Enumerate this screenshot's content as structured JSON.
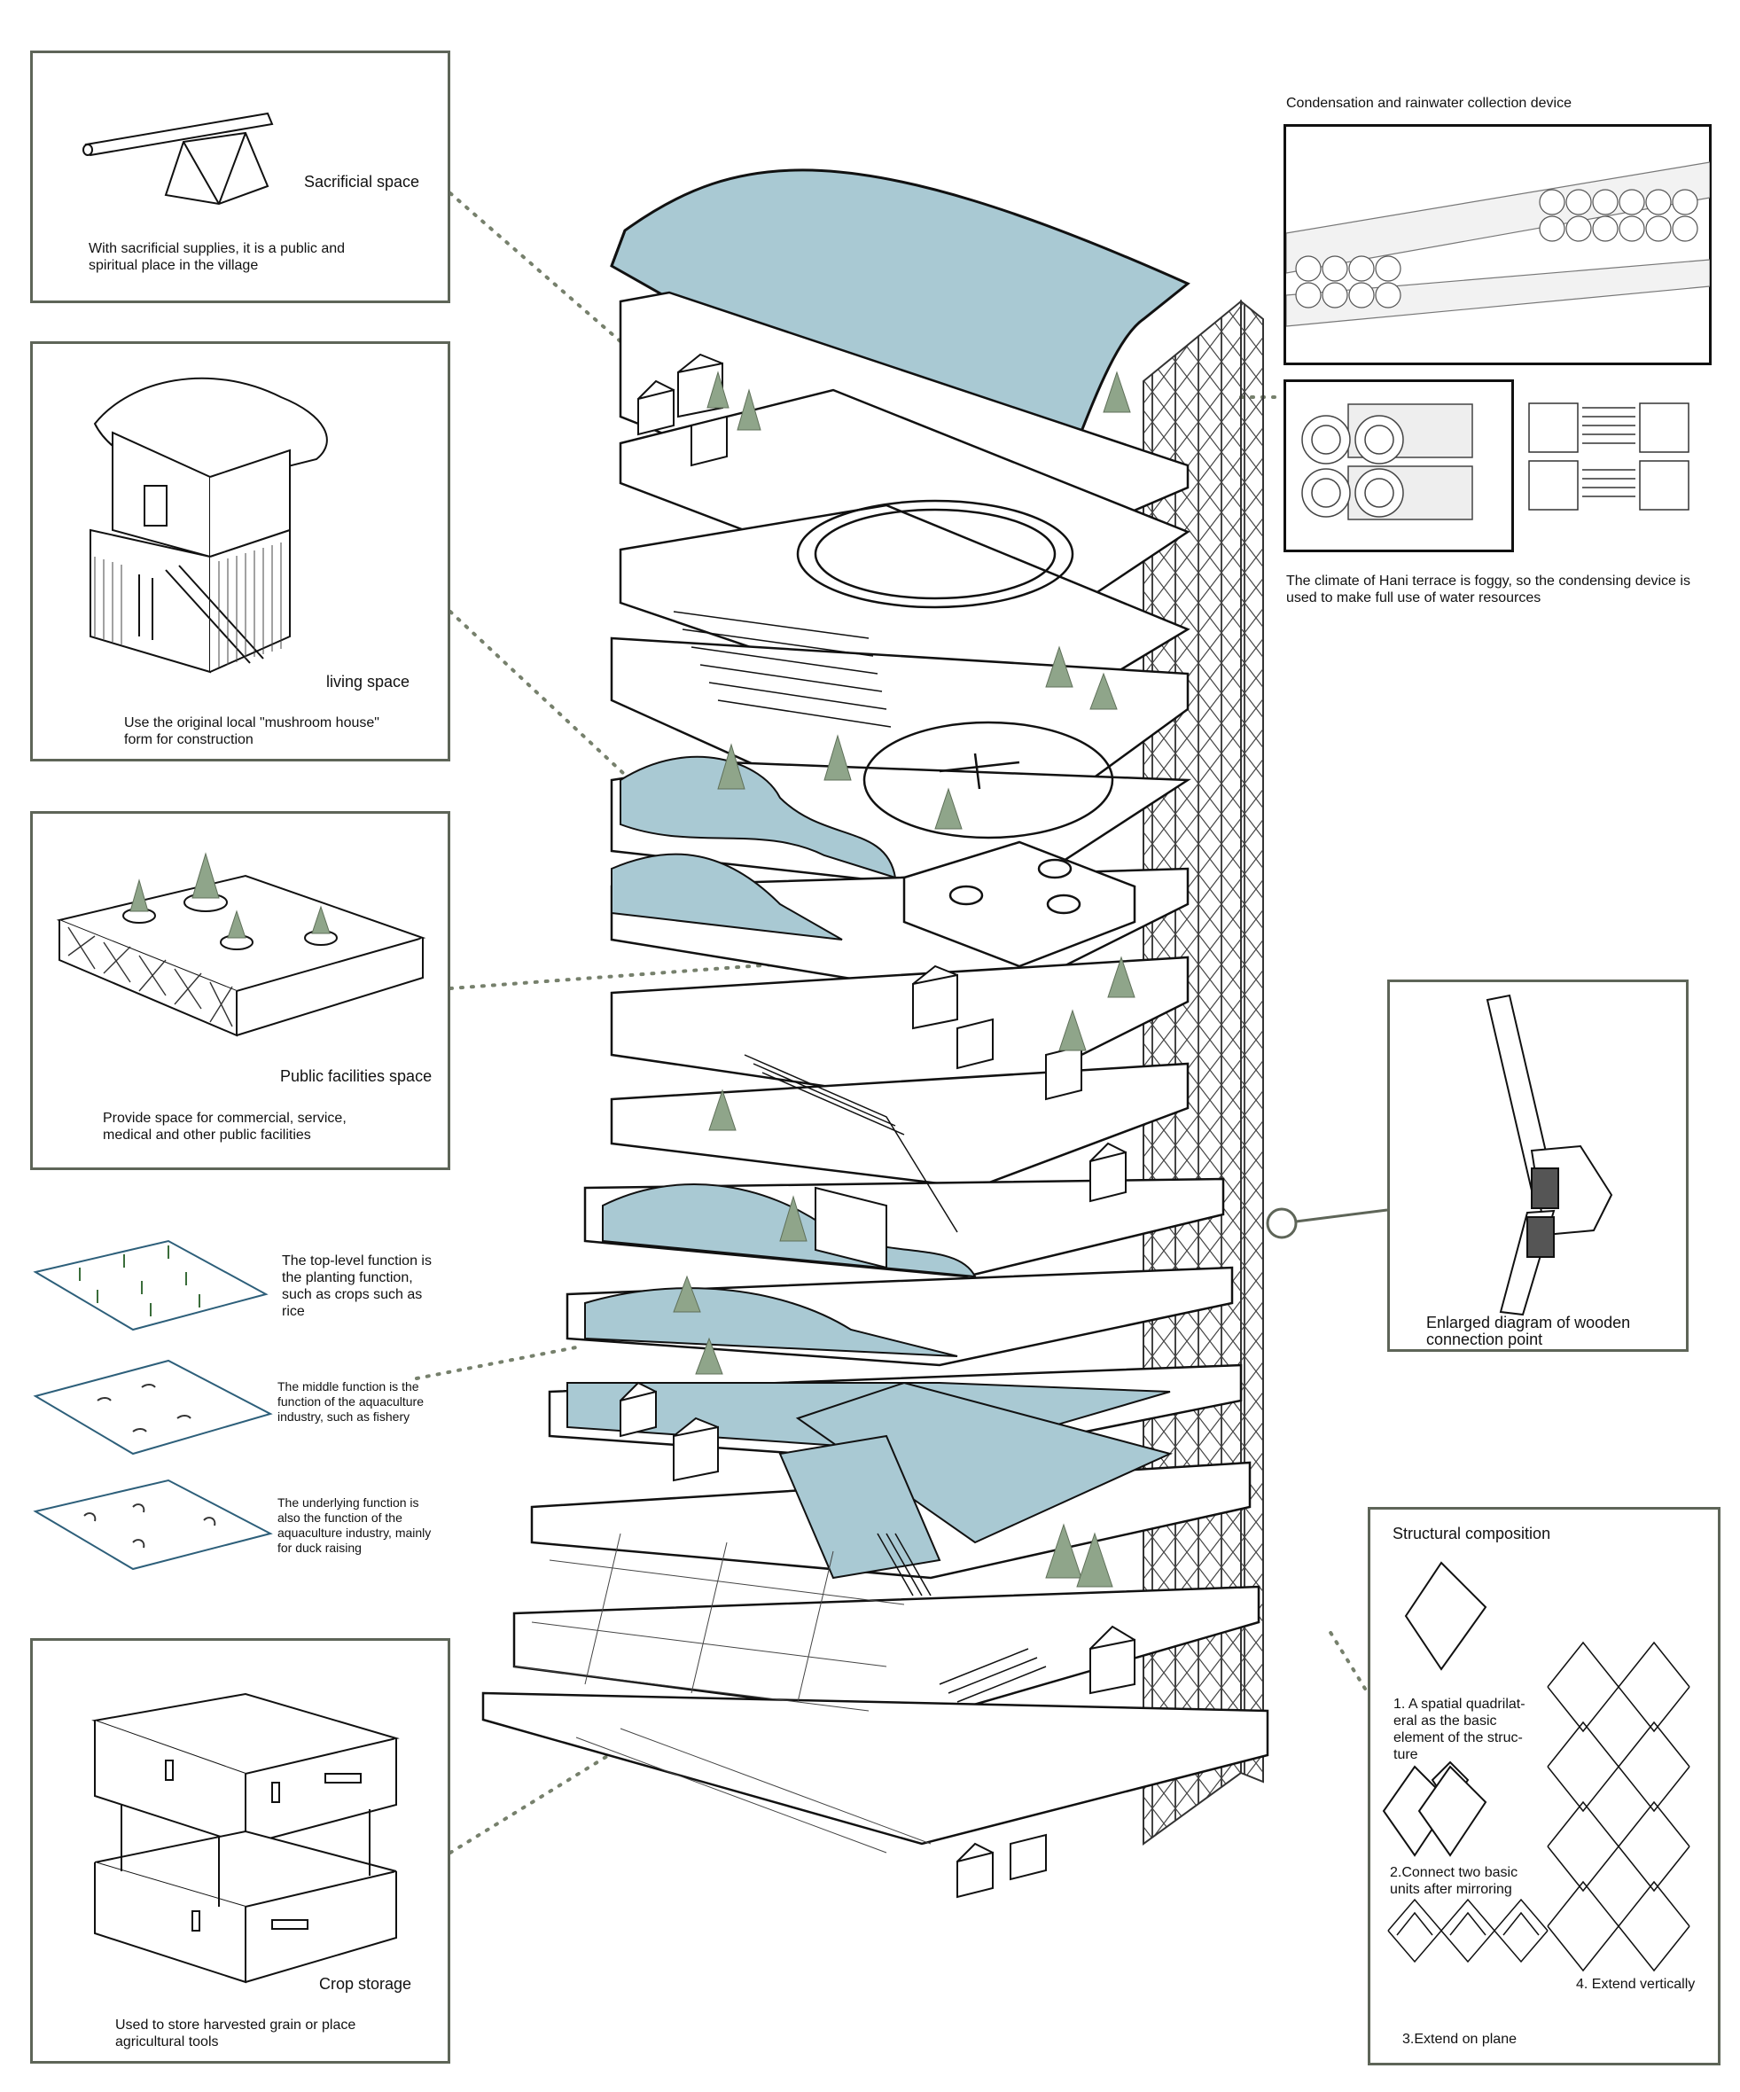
{
  "sacrificial": {
    "title": "Sacrificial space",
    "desc": "With sacrificial supplies, it is a public and\nspiritual place in the village"
  },
  "living": {
    "title": "living space",
    "desc": "Use the original local \"mushroom house\"\nform for construction"
  },
  "public": {
    "title": "Public facilities space",
    "desc": "Provide space for commercial, service,\nmedical and other public facilities"
  },
  "functions": {
    "top": "The top-level function is\nthe planting function,\nsuch as crops such as\nrice",
    "middle": "The middle function is the\nfunction of the aquaculture\nindustry, such as fishery",
    "bottom": "The underlying function is\nalso the function of the\naquaculture industry, mainly\nfor duck raising"
  },
  "storage": {
    "title": "Crop storage",
    "desc": "Used to store harvested grain or place\nagricultural tools"
  },
  "condensation": {
    "title": "Condensation and rainwater collection device",
    "desc": "The climate of Hani terrace is foggy, so the condensing device is\nused to make full use of water resources"
  },
  "wooden": {
    "title": "Enlarged diagram of wooden\nconnection point"
  },
  "structure": {
    "title": "Structural composition",
    "step1": "1. A spatial quadrilat-\neral as the basic\nelement of the struc-\nture",
    "step2": "2.Connect two basic\nunits after mirroring",
    "step3": "3.Extend on plane",
    "step4": "4. Extend vertically"
  },
  "colors": {
    "water": "#a9c9d3",
    "tree": "#8fa58a",
    "frame": "#5e6558",
    "dots": "#76806c"
  }
}
